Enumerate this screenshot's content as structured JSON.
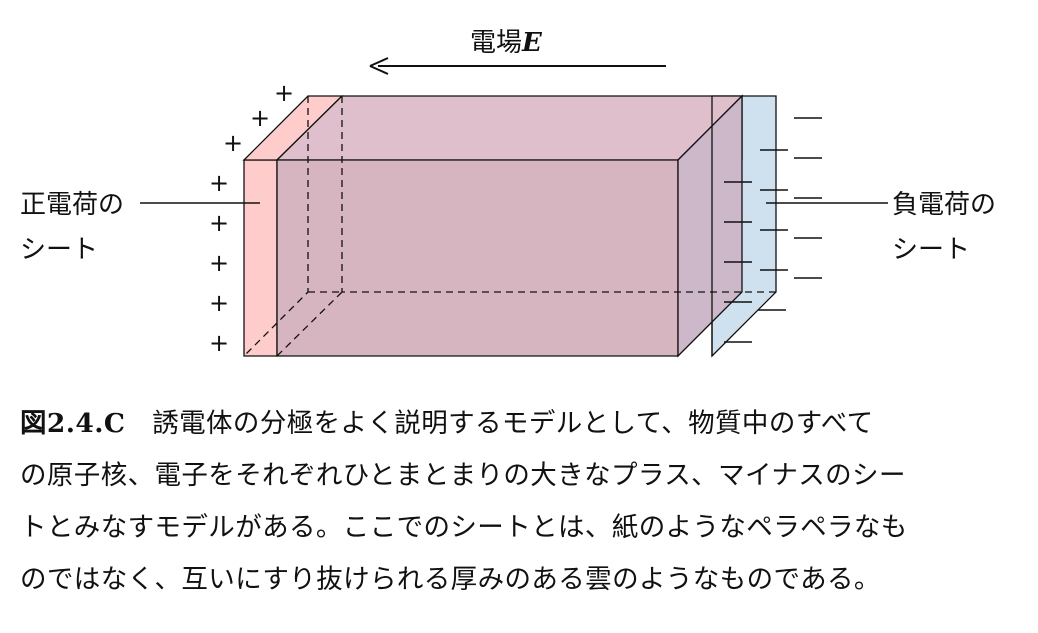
{
  "figure": {
    "field_label": "電場",
    "field_symbol": "E",
    "left_label": [
      "正電荷の",
      "シート"
    ],
    "right_label": [
      "負電荷の",
      "シート"
    ],
    "plus_sign": "+",
    "minus_sign": "—",
    "colors": {
      "positive_sheet": "#ffcccc",
      "negative_sheet": "#cfe0ee",
      "box_overlap": "#d6b4c0"
    }
  },
  "caption": {
    "label": "図2.4.C",
    "lines": [
      "誘電体の分極をよく説明するモデルとして、物質中のすべて",
      "の原子核、電子をそれぞれひとまとまりの大きなプラス、マイナスのシー",
      "トとみなすモデルがある。ここでのシートとは、紙のようなペラペラなも",
      "のではなく、互いにすり抜けられる厚みのある雲のようなものである。"
    ]
  }
}
